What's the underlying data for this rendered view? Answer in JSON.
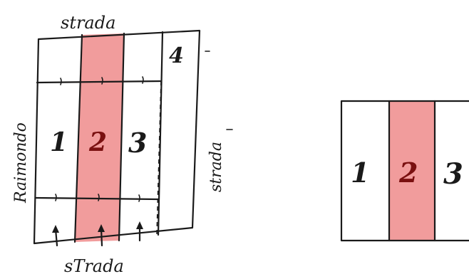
{
  "left_sketch": {
    "label_top": "strada",
    "label_bottom": "sTrada",
    "label_left": "Raimondo",
    "label_right": "strada",
    "lots": [
      "1",
      "2",
      "3",
      "4"
    ]
  },
  "right_sketch": {
    "lots": [
      "1",
      "2",
      "3"
    ]
  },
  "colors": {
    "highlight": "#f19c9c",
    "ink": "#1a1a1a",
    "lot2_text": "#7a1010"
  }
}
